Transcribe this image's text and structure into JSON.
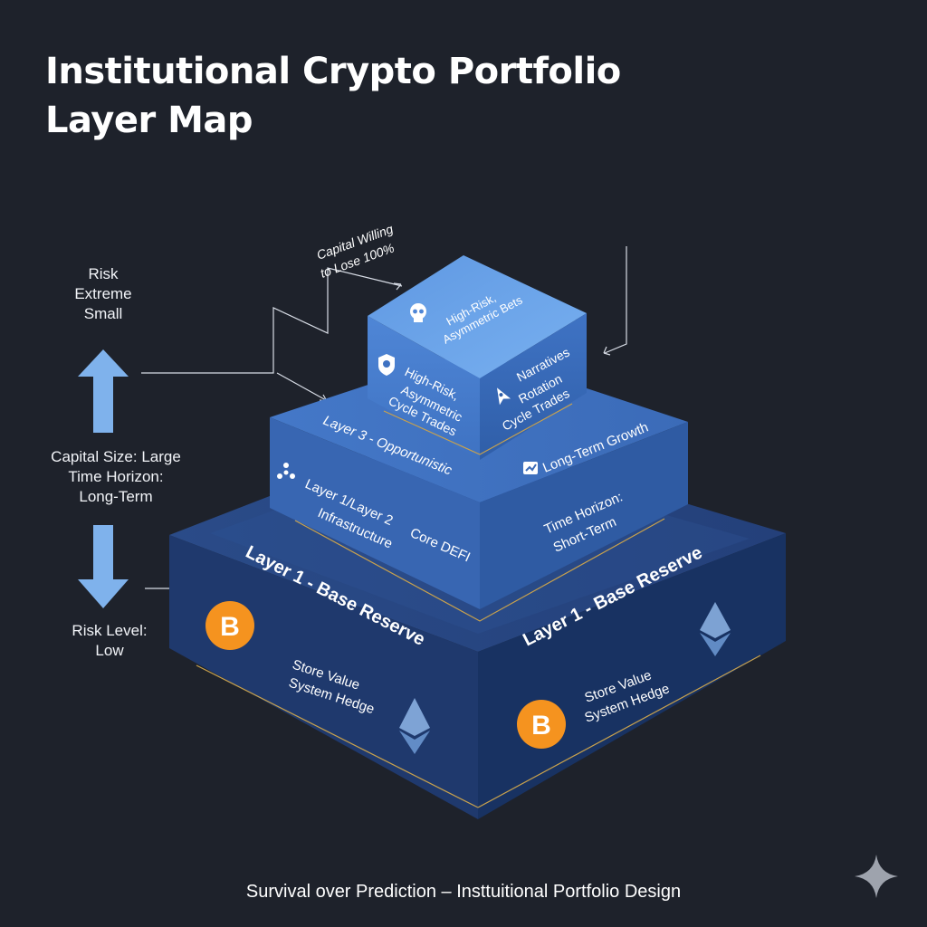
{
  "title": {
    "line1": "Institutional Crypto Portfolio",
    "line2": "Layer Map"
  },
  "left_axis": {
    "top": [
      "Risk",
      "Extreme",
      "Small"
    ],
    "middle": [
      "Capital Size:    Large",
      "Time Horizon:",
      "Long-Term"
    ],
    "bottom": [
      "Risk Level:",
      "Low"
    ]
  },
  "annotation": {
    "line1": "Capital Willing",
    "line2": "to Lose 100%"
  },
  "layer3": {
    "front_label_1": "High-Risk,",
    "front_label_2": "Asymmetric Bets",
    "left_lines": [
      "High-Risk,",
      "Asymmetric",
      "Cycle Trades"
    ],
    "right_lines": [
      "Narratives",
      "Rotation",
      "Cycle Trades"
    ],
    "icon_front": "skull-icon",
    "icon_left": "shield-icon",
    "icon_right": "rocket-icon"
  },
  "layer2": {
    "left_title": "Layer 3 - Opportunistic",
    "right_title": "Long-Term Growth",
    "left_line1": "Layer 1/Layer 2",
    "left_line2": "Infrastructure",
    "left_line3": "Core DEFI",
    "right_line1": "Time Horizon:",
    "right_line2": "Short-Term",
    "icon_left": "network-icon",
    "icon_right": "growth-icon"
  },
  "layer1": {
    "left_title": "Layer 1 - Base Reserve",
    "right_title": "Layer 1 - Base Reserve",
    "left_line1": "Store Value",
    "left_line2": "System Hedge",
    "right_line1": "Store Value",
    "right_line2": "System Hedge",
    "coin_symbol": "B",
    "icon_coin": "bitcoin-icon",
    "icon_eth": "ethereum-icon"
  },
  "colors": {
    "background": "#1e222b",
    "bitcoin": "#f5931f",
    "arrow": "#7fb2ec",
    "layer1_top": "#2c4b86",
    "layer2_top": "#4a7acd",
    "layer3_top": "#6aa4ea"
  },
  "footer": "Survival over Prediction – Insttuitional Portfolio Design"
}
